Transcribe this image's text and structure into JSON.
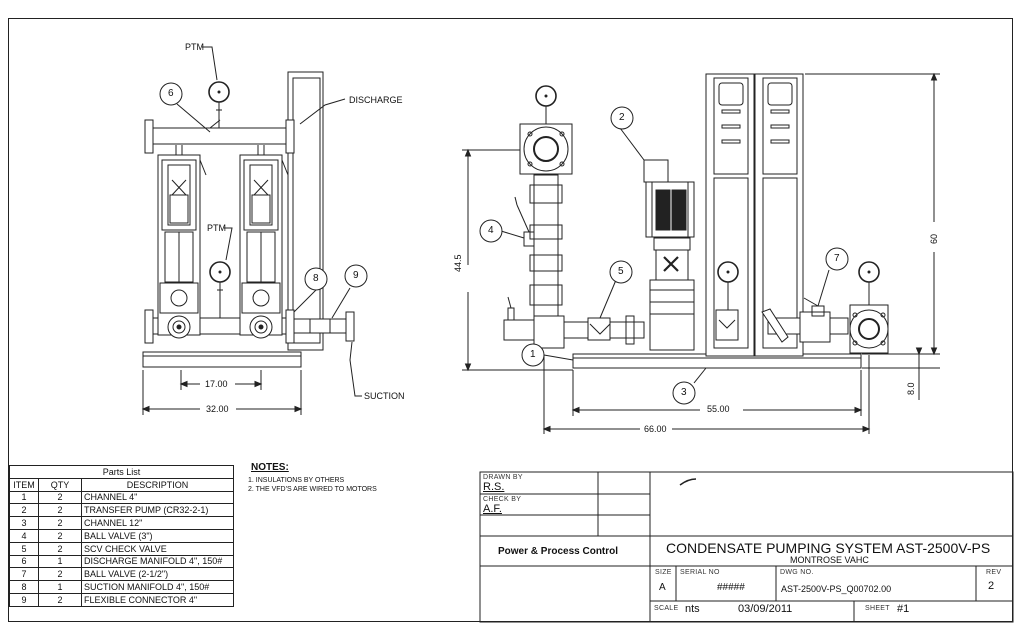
{
  "labels": {
    "ptm_top": "PTM",
    "ptm_mid": "PTM",
    "discharge": "DISCHARGE",
    "suction": "SUCTION",
    "dim_17": "17.00",
    "dim_32": "32.00",
    "dim_44_5": "44.5",
    "dim_60": "60",
    "dim_8": "8.0",
    "dim_55": "55.00",
    "dim_66": "66.00"
  },
  "balloons": {
    "b1": "1",
    "b2": "2",
    "b3": "3",
    "b4": "4",
    "b5": "5",
    "b6": "6",
    "b7": "7",
    "b8": "8",
    "b9": "9"
  },
  "parts_list": {
    "title": "Parts List",
    "headers": {
      "item": "ITEM",
      "qty": "QTY",
      "desc": "DESCRIPTION"
    },
    "rows": [
      {
        "item": "1",
        "qty": "2",
        "desc": "CHANNEL 4\""
      },
      {
        "item": "2",
        "qty": "2",
        "desc": "TRANSFER PUMP (CR32-2-1)"
      },
      {
        "item": "3",
        "qty": "2",
        "desc": "CHANNEL 12\""
      },
      {
        "item": "4",
        "qty": "2",
        "desc": "BALL VALVE (3\")"
      },
      {
        "item": "5",
        "qty": "2",
        "desc": "SCV CHECK VALVE"
      },
      {
        "item": "6",
        "qty": "1",
        "desc": "DISCHARGE MANIFOLD 4\", 150#"
      },
      {
        "item": "7",
        "qty": "2",
        "desc": "BALL VALVE (2-1/2\")"
      },
      {
        "item": "8",
        "qty": "1",
        "desc": "SUCTION MANIFOLD 4\", 150#"
      },
      {
        "item": "9",
        "qty": "2",
        "desc": "FLEXIBLE CONNECTOR 4\""
      }
    ]
  },
  "notes": {
    "title": "NOTES:",
    "lines": [
      "1. INSULATIONS BY OTHERS",
      "2. THE VFD'S ARE WIRED TO MOTORS"
    ]
  },
  "title_block": {
    "drawn_by_label": "DRAWN BY",
    "drawn_by": "R.S.",
    "check_by_label": "CHECK BY",
    "check_by": "A.F.",
    "company": "Power & Process Control",
    "title": "CONDENSATE PUMPING SYSTEM AST-2500V-PS",
    "subtitle": "MONTROSE VAHC",
    "size_label": "SIZE",
    "size": "A",
    "serial_label": "SERIAL NO",
    "serial": "#####",
    "dwg_label": "DWG NO.",
    "dwg": "AST-2500V-PS_Q00702.00",
    "rev_label": "REV",
    "rev": "2",
    "scale_label": "SCALE",
    "scale": "nts",
    "date": "03/09/2011",
    "sheet_label": "SHEET",
    "sheet": "#1"
  }
}
